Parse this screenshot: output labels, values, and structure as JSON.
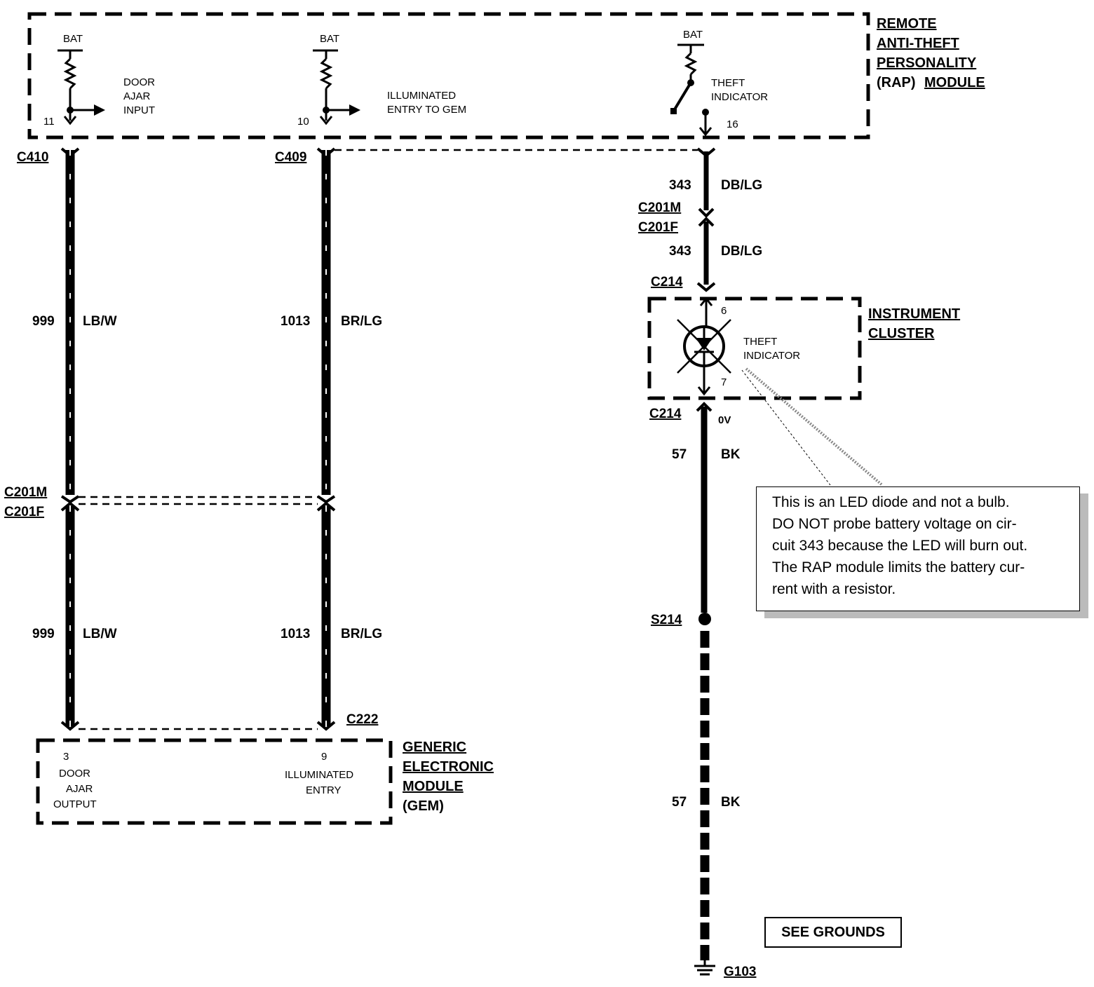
{
  "modules": {
    "rap": {
      "lines": [
        "REMOTE",
        "ANTI-THEFT",
        "PERSONALITY"
      ],
      "last_prefix": "(RAP)",
      "last_suffix": "MODULE"
    },
    "cluster": {
      "lines": [
        "INSTRUMENT",
        "CLUSTER"
      ]
    },
    "gem": {
      "lines": [
        "GENERIC",
        "ELECTRONIC",
        "MODULE"
      ],
      "last": "(GEM)"
    }
  },
  "rap_internal": {
    "bat": "BAT",
    "door_ajar_input": {
      "lines": [
        "DOOR",
        "AJAR",
        "INPUT"
      ],
      "pin": "11"
    },
    "illuminated_entry": {
      "lines": [
        "ILLUMINATED",
        "ENTRY TO GEM"
      ],
      "pin": "10"
    },
    "theft_indicator": {
      "lines": [
        "THEFT",
        "INDICATOR"
      ],
      "pin": "16"
    }
  },
  "cluster_internal": {
    "theft_indicator": {
      "lines": [
        "THEFT",
        "INDICATOR"
      ]
    },
    "pin_top": "6",
    "pin_bottom": "7"
  },
  "gem_internal": {
    "door_ajar_output": {
      "pin": "3",
      "lines": [
        "DOOR",
        "AJAR",
        "OUTPUT"
      ]
    },
    "illuminated_entry": {
      "pin": "9",
      "lines": [
        "ILLUMINATED",
        "ENTRY"
      ]
    }
  },
  "connectors": {
    "c410": "C410",
    "c409": "C409",
    "c201m": "C201M",
    "c201f": "C201F",
    "c214": "C214",
    "c222": "C222",
    "s214": "S214",
    "g103": "G103"
  },
  "circuits": {
    "c999": {
      "number": "999",
      "color": "LB/W"
    },
    "c1013": {
      "number": "1013",
      "color": "BR/LG"
    },
    "c343": {
      "number": "343",
      "color": "DB/LG"
    },
    "c57": {
      "number": "57",
      "color": "BK"
    },
    "voltage": "0V"
  },
  "note": {
    "lines": [
      "This is an LED diode and not a bulb.",
      "DO NOT probe battery voltage on cir-",
      "cuit 343 because the LED will burn out.",
      "The RAP module limits the battery cur-",
      "rent with a resistor."
    ]
  },
  "see_grounds": "SEE GROUNDS"
}
